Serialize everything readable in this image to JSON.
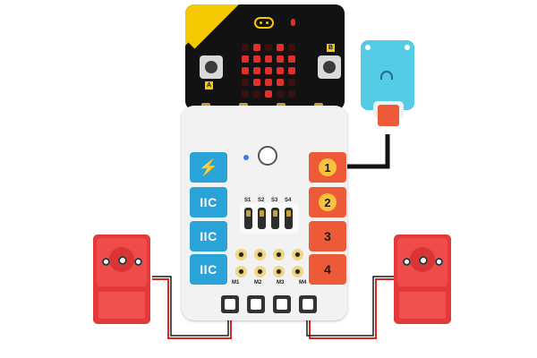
{
  "colors": {
    "port_blue": "#2aa3d8",
    "port_red": "#ec5a38",
    "port_number_circle": "#f9c23c",
    "microbit_led": "#e0302c",
    "microbit_board": "#121212",
    "microbit_stripe": "#f4c900",
    "servo": "#e23a3a",
    "sensor": "#56cbe6",
    "wire_red": "#d6281d",
    "wire_black": "#111111"
  },
  "microbit": {
    "button_a": "A",
    "button_b": "B",
    "led_pattern": [
      [
        0,
        1,
        0,
        1,
        0
      ],
      [
        1,
        1,
        1,
        1,
        1
      ],
      [
        1,
        1,
        1,
        1,
        1
      ],
      [
        0,
        1,
        1,
        1,
        0
      ],
      [
        0,
        0,
        1,
        0,
        0
      ]
    ]
  },
  "board": {
    "power_icon": "lightning-icon",
    "iic_ports": [
      "IIC",
      "IIC",
      "IIC"
    ],
    "numbered_ports": [
      "1",
      "2",
      "3",
      "4"
    ],
    "switch_labels": [
      "S1",
      "S2",
      "S3",
      "S4"
    ],
    "motor_labels": [
      "M1",
      "M2",
      "M3",
      "M4"
    ]
  }
}
